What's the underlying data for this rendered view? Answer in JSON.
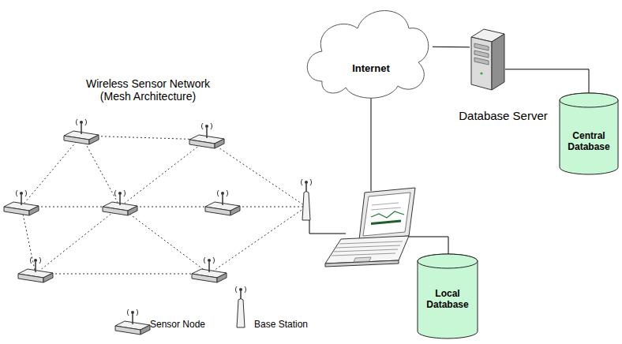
{
  "diagram": {
    "title": "Wireless Sensor Network (Mesh Architecture)",
    "nodes": [
      {
        "text": [
          "Internet"
        ]
      },
      {
        "text": [
          "Database Server"
        ]
      },
      {
        "text": [
          "Central Database"
        ]
      },
      {
        "text": [
          "Local Database"
        ]
      }
    ],
    "edges": [
      {
        "from": 0,
        "to": 1,
        "arrow": "none"
      },
      {
        "from": 1,
        "to": 2,
        "arrow": "none"
      }
    ],
    "legend": [
      {
        "text": "Sensor Node"
      },
      {
        "text": "Base Station"
      }
    ]
  }
}
